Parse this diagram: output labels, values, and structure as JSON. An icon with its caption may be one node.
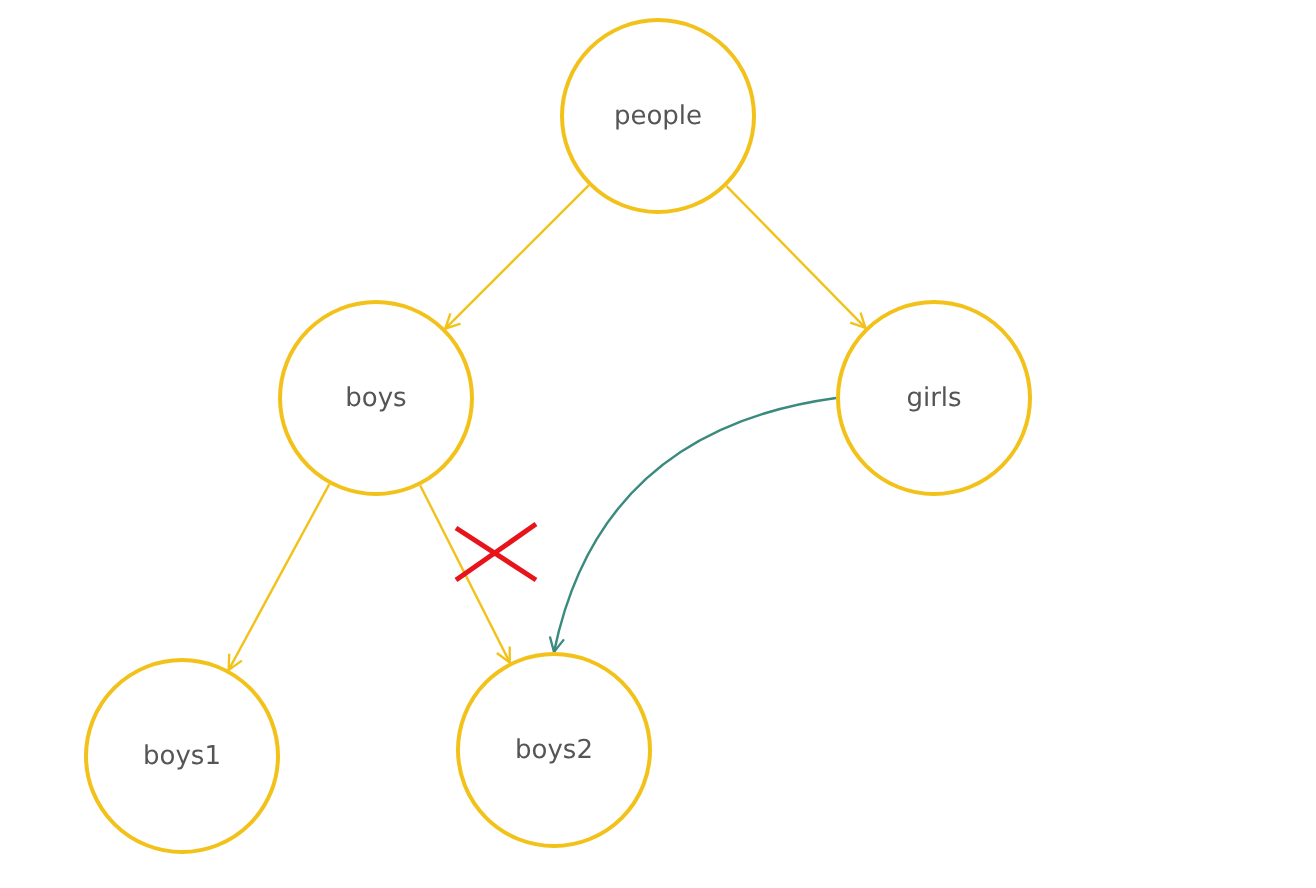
{
  "diagram": {
    "nodes": [
      {
        "text": [
          "people"
        ]
      },
      {
        "text": [
          "boys"
        ]
      },
      {
        "text": [
          "girls"
        ]
      },
      {
        "text": [
          "boys1"
        ]
      },
      {
        "text": [
          "boys2"
        ]
      }
    ],
    "edges": [
      {
        "from": 0,
        "to": 1,
        "arrow": "to"
      },
      {
        "from": 0,
        "to": 2,
        "arrow": "to"
      },
      {
        "from": 1,
        "to": 3,
        "arrow": "to"
      },
      {
        "from": 1,
        "to": 4,
        "arrow": "to"
      },
      {
        "from": 2,
        "to": 4,
        "arrow": "to",
        "color": "#3a8a7e"
      }
    ]
  }
}
